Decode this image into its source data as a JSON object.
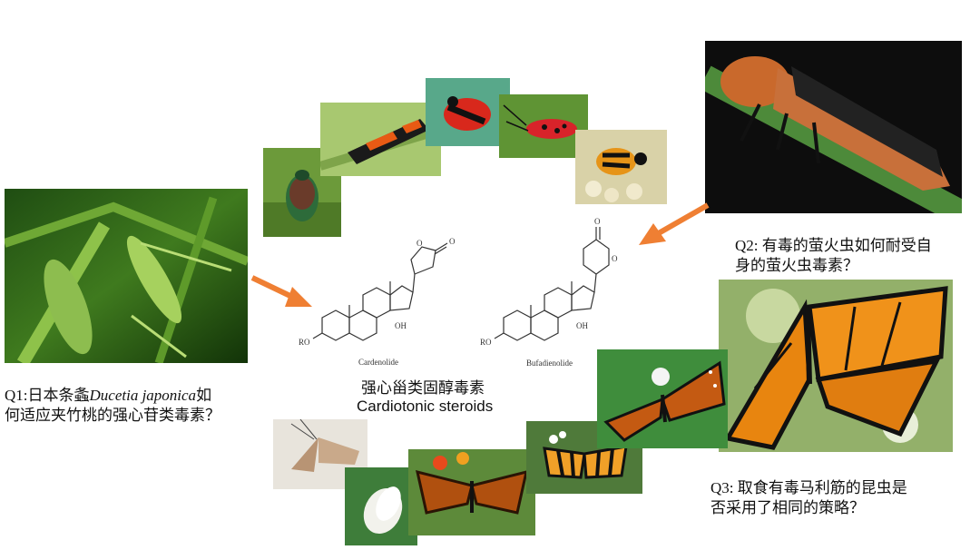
{
  "q1": {
    "prefix": "Q1:日本条螽",
    "species": "Ducetia japonica",
    "suffix": "如",
    "line2": "何适应夹竹桃的强心苷类毒素？"
  },
  "q2": {
    "line1": "Q2: 有毒的萤火虫如何耐受自",
    "line2": "身的萤火虫毒素？"
  },
  "q3": {
    "line1": "Q3: 取食有毒马利筋的昆虫是",
    "line2": "否采用了相同的策略？"
  },
  "center": {
    "title_cn": "强心甾类固醇毒素",
    "title_en": "Cardiotonic steroids"
  },
  "molecules": {
    "left": {
      "name": "Cardenolide",
      "oh": "OH",
      "ro": "RO",
      "o": "O"
    },
    "right": {
      "name": "Bufadienolide",
      "oh": "OH",
      "ro": "RO",
      "o": "O"
    }
  },
  "colors": {
    "arrow": "#ef7f33",
    "text": "#111111"
  }
}
